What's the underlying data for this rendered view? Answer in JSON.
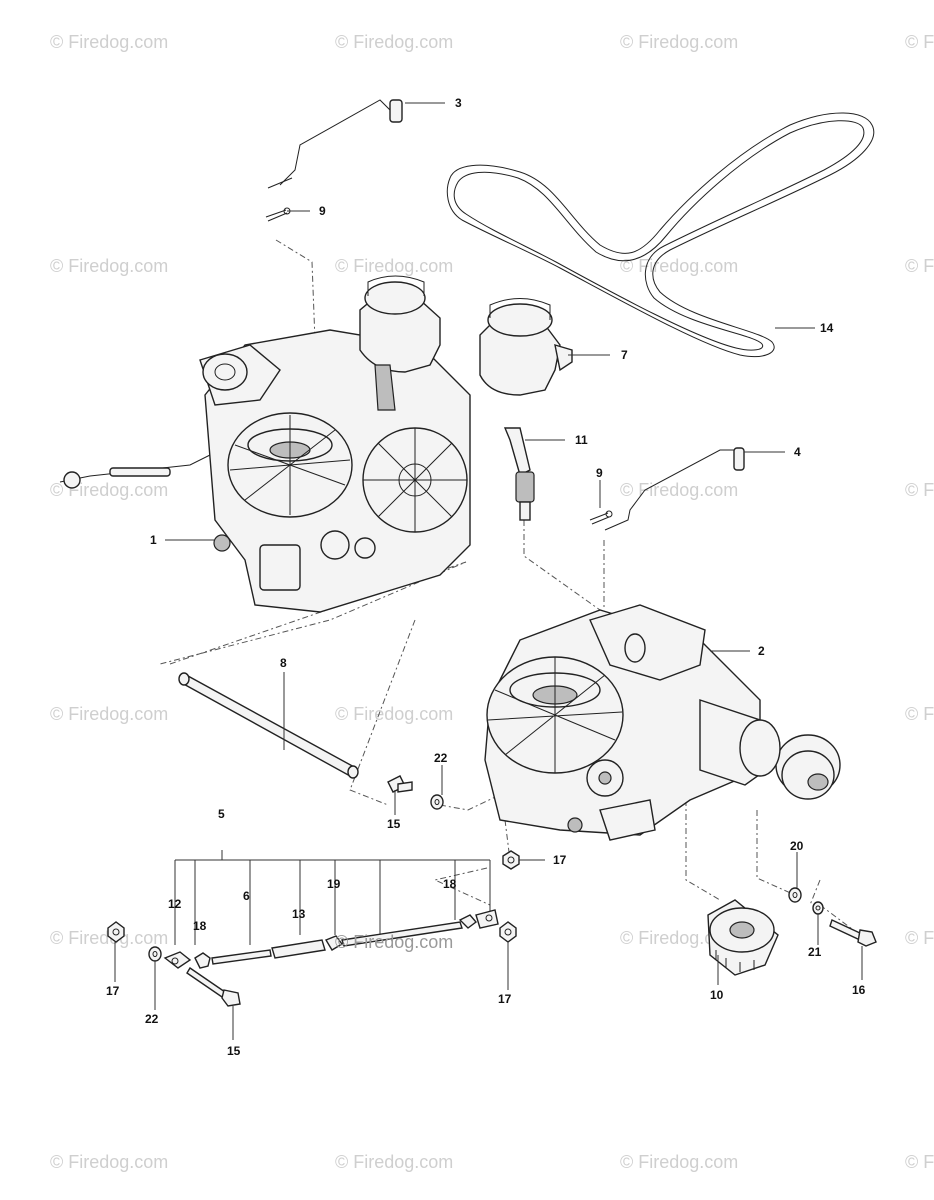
{
  "watermark": "© Firedog.com",
  "overlay_watermark": "© Firedog.com",
  "callouts": {
    "c1": "1",
    "c2": "2",
    "c3": "3",
    "c4": "4",
    "c5": "5",
    "c6": "6",
    "c7": "7",
    "c8": "8",
    "c9a": "9",
    "c9b": "9",
    "c10": "10",
    "c11": "11",
    "c12": "12",
    "c13": "13",
    "c14": "14",
    "c15a": "15",
    "c15b": "15",
    "c16": "16",
    "c17a": "17",
    "c17b": "17",
    "c17c": "17",
    "c18a": "18",
    "c18b": "18",
    "c19": "19",
    "c20": "20",
    "c21": "21",
    "c22a": "22",
    "c22b": "22"
  }
}
